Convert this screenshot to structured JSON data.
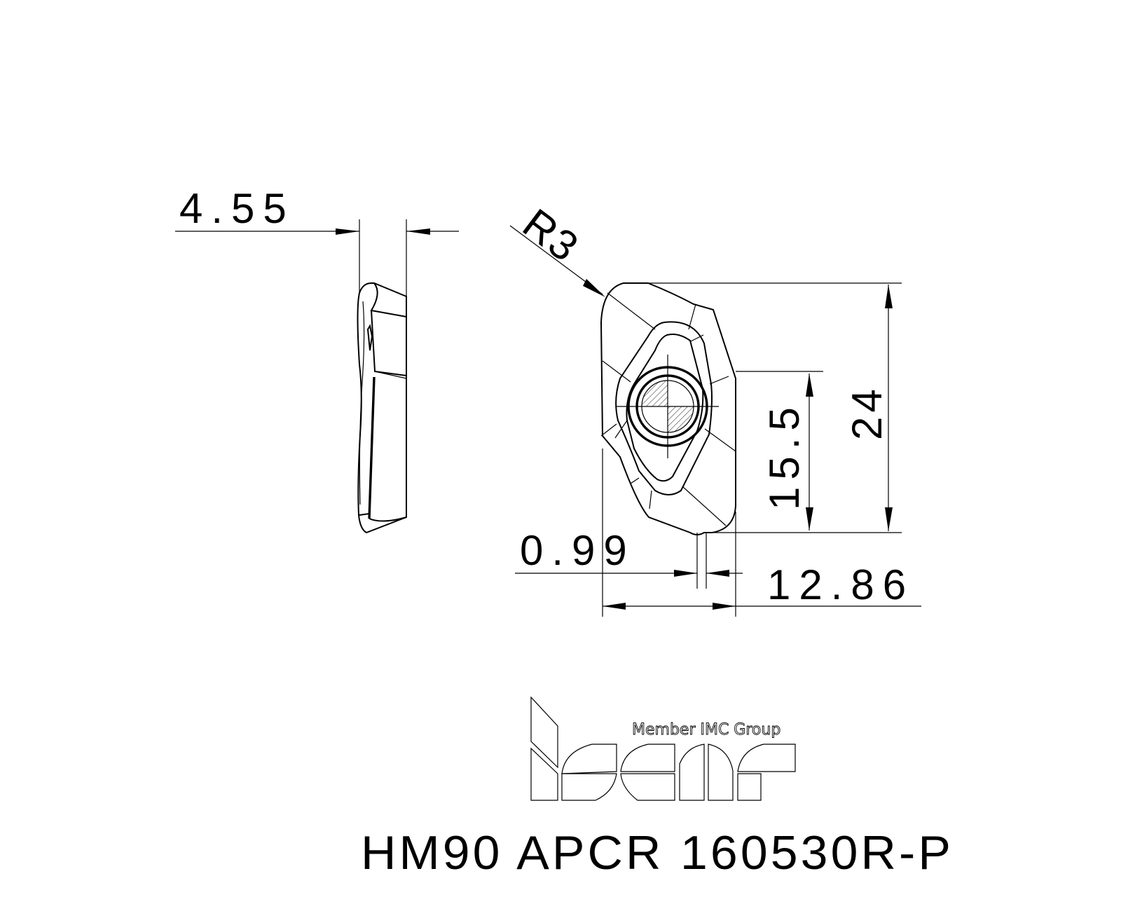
{
  "drawing": {
    "title": "HM90 APCR 160530R-P",
    "units": "mm",
    "colors": {
      "line": "#000000",
      "background": "#ffffff"
    }
  },
  "dimensions": {
    "thickness": {
      "label": "4.55",
      "value": 4.55
    },
    "corner_radius": {
      "label": "R3",
      "value": 3
    },
    "length": {
      "label": "24",
      "value": 24
    },
    "cutting_edge_length": {
      "label": "15.5",
      "value": 15.5
    },
    "wiper_width": {
      "label": "0.99",
      "value": 0.99
    },
    "width": {
      "label": "12.86",
      "value": 12.86
    }
  },
  "logo": {
    "brand": "iscar",
    "caption": "Member IMC Group"
  }
}
